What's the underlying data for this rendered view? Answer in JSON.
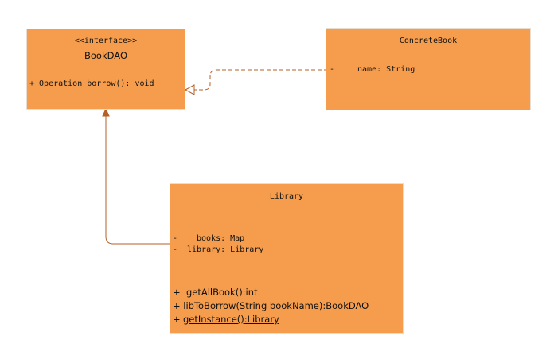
{
  "bookdao": {
    "stereotype": "<<interface>>",
    "name": "BookDAO",
    "operation": "+ Operation borrow(): void"
  },
  "concretebook": {
    "name": "ConcreteBook",
    "attr_vis": "-",
    "attr": "name: String"
  },
  "library": {
    "name": "Library",
    "attr1_vis": "-",
    "attr1": "books: Map",
    "attr2_vis": "-",
    "attr2": "library: Library",
    "op1": "+  getAllBook():int",
    "op2": "+ libToBorrow(String bookName):BookDAO",
    "op3_vis": "+",
    "op3": "getInstance():Library"
  },
  "colors": {
    "box_fill": "#f59d4d",
    "connector": "#b5602a"
  }
}
